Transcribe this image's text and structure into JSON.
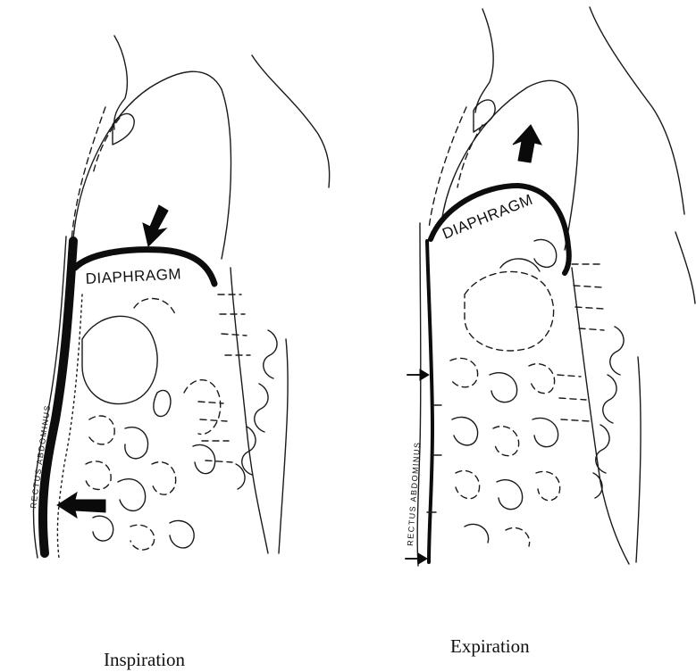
{
  "panels": [
    {
      "id": "inspiration",
      "caption": "Inspiration",
      "diaphragm_label": "DIAPHRAGM",
      "muscle_label": "RECTUS ABDOMINUS"
    },
    {
      "id": "expiration",
      "caption": "Expiration",
      "diaphragm_label": "DIAPHRAGM",
      "muscle_label": "RECTUS ABDOMINUS"
    }
  ]
}
